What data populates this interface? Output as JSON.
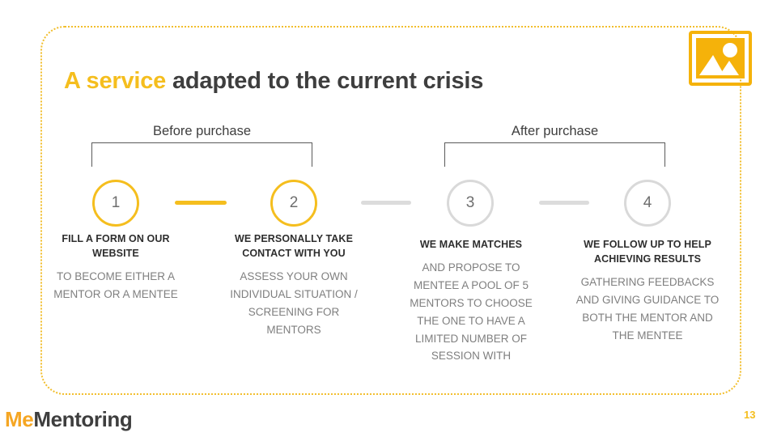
{
  "slide": {
    "title_accent": "A service",
    "title_rest": " adapted to the current crisis",
    "page_number": "13"
  },
  "brand": {
    "logo_part1": "Me",
    "logo_part2": "Mentoring",
    "accent_color": "#F5BE1E",
    "logo_orange": "#F5A623",
    "dark_color": "#3E3E3E",
    "grey_color": "#D9D9D9",
    "body_text_color": "#7F7F7F"
  },
  "image_placeholder": {
    "icon": "image-placeholder-icon",
    "color": "#F5B20A"
  },
  "phases": [
    {
      "label": "Before purchase"
    },
    {
      "label": "After purchase"
    }
  ],
  "connectors": [
    {
      "style": "orange"
    },
    {
      "style": "grey"
    },
    {
      "style": "grey"
    }
  ],
  "steps": [
    {
      "number": "1",
      "circle_style": "orange",
      "heading": "FILL A FORM ON OUR WEBSITE",
      "body": "TO BECOME EITHER A MENTOR OR A MENTEE"
    },
    {
      "number": "2",
      "circle_style": "orange",
      "heading": "WE PERSONALLY TAKE CONTACT WITH YOU",
      "body": "ASSESS YOUR OWN INDIVIDUAL SITUATION / SCREENING FOR MENTORS"
    },
    {
      "number": "3",
      "circle_style": "grey",
      "heading": "WE MAKE MATCHES",
      "body": "AND PROPOSE TO MENTEE A POOL OF 5 MENTORS TO CHOOSE THE ONE TO HAVE A LIMITED NUMBER OF SESSION WITH"
    },
    {
      "number": "4",
      "circle_style": "grey",
      "heading": "WE FOLLOW UP TO HELP ACHIEVING RESULTS",
      "body": "GATHERING FEEDBACKS AND GIVING GUIDANCE TO BOTH THE MENTOR AND THE MENTEE"
    }
  ]
}
